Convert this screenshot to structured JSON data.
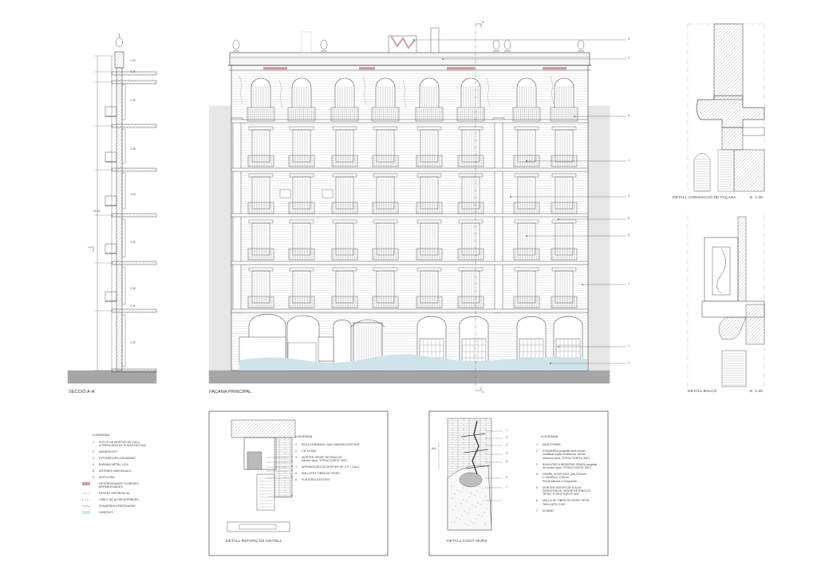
{
  "titles": {
    "section": "SECCIÓ A-A'",
    "facade": "FAÇANA PRINCIPAL",
    "crown": "DETALL CORONACIÓ DE FAÇANA",
    "crown_scale": "E. 1:20",
    "balcony": "DETALL BALCÓ",
    "balcony_scale": "E. 1:20",
    "lintel": "DETALL REFORÇ DE DINTELL",
    "walls": "DETALL COSIT MURS"
  },
  "section_dims": [
    "1.95",
    "0.75",
    "3.35",
    "3.35",
    "3.35",
    "3.35",
    "3.35",
    "0.25",
    "4.30"
  ],
  "section_total": "20.45",
  "section_marks": [
    "A",
    "A'"
  ],
  "facade_callouts": [
    "5",
    "2",
    "6",
    "4",
    "3",
    "6",
    "6",
    "1",
    "1",
    "2"
  ],
  "legend_main": {
    "title": "LLEGENDA",
    "items": [
      {
        "num": "1",
        "text": "ESTUC DE MORTER DE CALÇ\nA TRENCADIS DE PUNTA ESCODA"
      },
      {
        "num": "2",
        "text": "MAHERDIXS?"
      },
      {
        "num": "3",
        "text": "ESTENEDORS A ELIMINAR"
      },
      {
        "num": "4",
        "text": "BARANA METÀL·LICA"
      },
      {
        "num": "5",
        "text": "ANTENES INDIVIDUALS"
      },
      {
        "num": "6",
        "text": "MOTLLURA"
      },
      {
        "num": "",
        "text": "DETERIORAMENT D'ARESES\nARREBOSSADES"
      },
      {
        "num": "",
        "text": "REVENT DIFERENCIAL"
      },
      {
        "num": "",
        "text": "CABLEJAT   (A REDISTRIBUIR)"
      },
      {
        "num": "",
        "text": "ESQUERDA A RESTAURAR"
      },
      {
        "num": "",
        "text": "HUMITATS"
      }
    ]
  },
  "legend_lintel": {
    "title": "LLEGENDA",
    "items": [
      {
        "num": "1",
        "text": "PEÇA CERÀMICA, MAÓ MASSÍS EXISTENT"
      },
      {
        "num": "2",
        "text": "2 Ø 20 MM."
      },
      {
        "num": "3",
        "text": "MORTER SENSE RETRACCIÓ\n(Morter tipus \"STRUCTURITE 300\")"
      },
      {
        "num": "4",
        "text": "ARREBOSSAT DE MORTER DE C.P. i CALÇ"
      },
      {
        "num": "5",
        "text": "MALLATEX FIBRA DE VIDRE"
      },
      {
        "num": "6",
        "text": "FUSTERIA EXISTENT"
      }
    ],
    "marks": [
      "1",
      "2",
      "3",
      "4",
      "5",
      "6"
    ]
  },
  "legend_walls": {
    "title": "LLEGENDA",
    "items": [
      {
        "num": "1",
        "text": "MUR D'OBRA"
      },
      {
        "num": "2",
        "text": "ESQUERDA (segellat amb morter\nmodificat d'alta resistència, sense\nretracció tipus \"STRUCTURITE 300\")"
      },
      {
        "num": "3",
        "text": "BASIA PER A INSERTAR GRAPA (segellat\nde morter tipus   \"STRUCTURITE 300\")"
      },
      {
        "num": "4",
        "text": "GRAPA, ACER INOX (tot) Ø10mm.\nL=40x80cm.   C/30cm.\nPerpendicular a l'esquerda"
      },
      {
        "num": "5",
        "text": "MORTER MODIFICAT D'ALTA\nRESISTÈNCIA, SENSE RETRACCIÓ\nTIPUS \"STRUCTURITE 300\""
      },
      {
        "num": "6",
        "text": "MALLA DE FIBRA DE VIDRE TIPUS\n\"MALLATEX 10M\""
      },
      {
        "num": "7",
        "text": "ACABAT"
      }
    ],
    "marks": [
      "1",
      "2",
      "3",
      "4",
      "5",
      "6",
      "7"
    ],
    "dim": "8x3"
  },
  "colors": {
    "line": "#555555",
    "hatch": "#9a9a9a",
    "damage": "#c9a3a3",
    "humidity": "#cfe3ea",
    "ground": "#a6a6a6"
  }
}
